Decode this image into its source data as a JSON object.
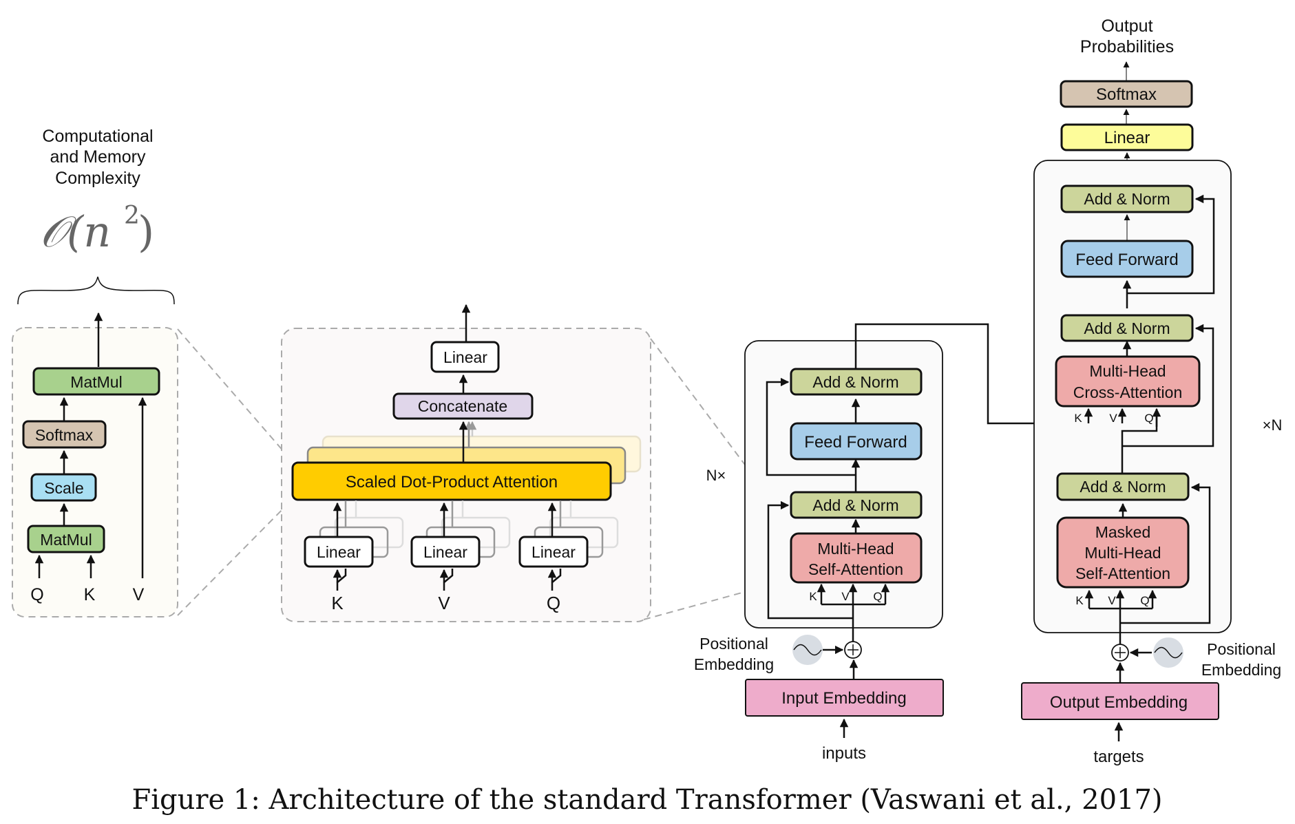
{
  "complexity": {
    "caption_lines": [
      "Computational",
      "and Memory",
      "Complexity"
    ],
    "formula": "𝒪(n²)",
    "formula_base": "𝒪(n",
    "formula_exp": "2",
    "formula_close": ")"
  },
  "sdpa_detail": {
    "top_matmul": "MatMul",
    "softmax": "Softmax",
    "scale": "Scale",
    "bottom_matmul": "MatMul",
    "inputs": [
      "Q",
      "K",
      "V"
    ]
  },
  "mha_detail": {
    "output_linear": "Linear",
    "concat": "Concatenate",
    "attention": "Scaled Dot-Product Attention",
    "linears": [
      "Linear",
      "Linear",
      "Linear"
    ],
    "inputs": [
      "K",
      "V",
      "Q"
    ]
  },
  "encoder": {
    "repeat_label": "N×",
    "add_norm_top": "Add & Norm",
    "feed_forward": "Feed Forward",
    "add_norm_bottom": "Add & Norm",
    "attention_lines": [
      "Multi-Head",
      "Self-Attention"
    ],
    "kvq": [
      "K",
      "V",
      "Q"
    ],
    "positional_lines": [
      "Positional",
      "Embedding"
    ],
    "embedding": "Input Embedding",
    "input_label": "inputs"
  },
  "decoder": {
    "repeat_label": "×N",
    "output_lines": [
      "Output",
      "Probabilities"
    ],
    "softmax": "Softmax",
    "linear": "Linear",
    "add_norm_3": "Add & Norm",
    "feed_forward": "Feed Forward",
    "add_norm_2": "Add & Norm",
    "cross_lines": [
      "Multi-Head",
      "Cross-Attention"
    ],
    "cross_kvq": [
      "K",
      "V",
      "Q"
    ],
    "add_norm_1": "Add & Norm",
    "masked_lines": [
      "Masked",
      "Multi-Head",
      "Self-Attention"
    ],
    "masked_kvq": [
      "K",
      "V",
      "Q"
    ],
    "positional_lines": [
      "Positional",
      "Embedding"
    ],
    "embedding": "Output Embedding",
    "input_label": "targets"
  },
  "colors": {
    "matmul": "#a8d18d",
    "softmax": "#d5c4b1",
    "scale": "#a9dff3",
    "attention_yellow": "#ffcc00",
    "concat": "#e0d6ea",
    "add_norm": "#ccd59b",
    "feed_forward": "#a7cde9",
    "attention_red": "#eeaaa9",
    "embedding": "#eeaccb",
    "linear_yellow": "#fdfc9a"
  },
  "figure_caption": "Figure 1: Architecture of the standard Transformer (Vaswani et al., 2017)"
}
